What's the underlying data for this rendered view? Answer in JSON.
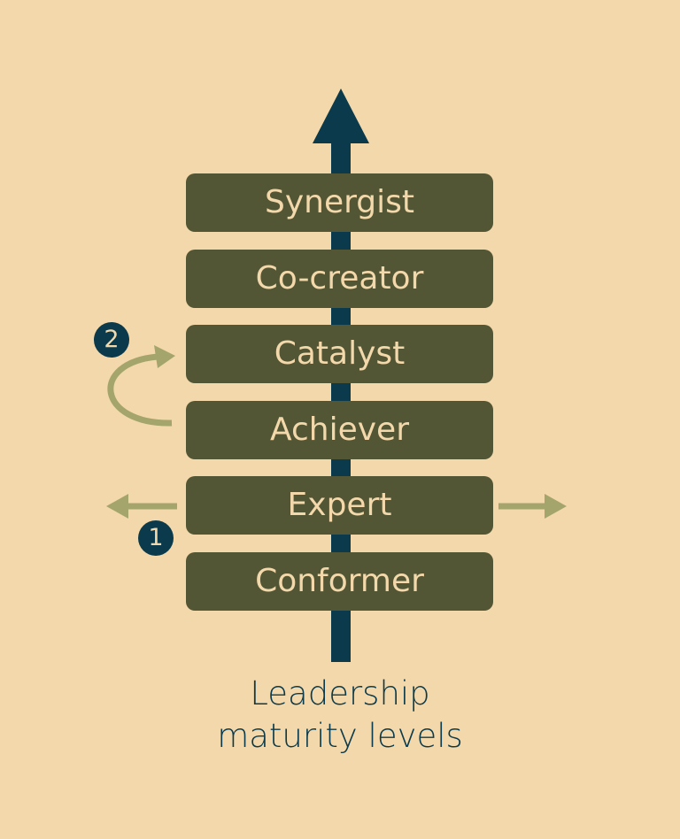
{
  "levels": [
    {
      "label": "Synergist"
    },
    {
      "label": "Co-creator"
    },
    {
      "label": "Catalyst"
    },
    {
      "label": "Achiever"
    },
    {
      "label": "Expert"
    },
    {
      "label": "Conformer"
    }
  ],
  "badges": {
    "one": "1",
    "two": "2"
  },
  "caption": {
    "line1": "Leadership",
    "line2": "maturity levels"
  },
  "colors": {
    "background": "#f3d8ab",
    "level_box": "#525634",
    "level_text": "#f3d8ab",
    "axis_arrow": "#0a3a4b",
    "side_arrows": "#a4a56c",
    "badge": "#0a3a4b"
  },
  "icons": {
    "axis": "up-arrow-icon",
    "lateral": "left-right-arrow-icon",
    "loop": "curved-arrow-icon"
  }
}
